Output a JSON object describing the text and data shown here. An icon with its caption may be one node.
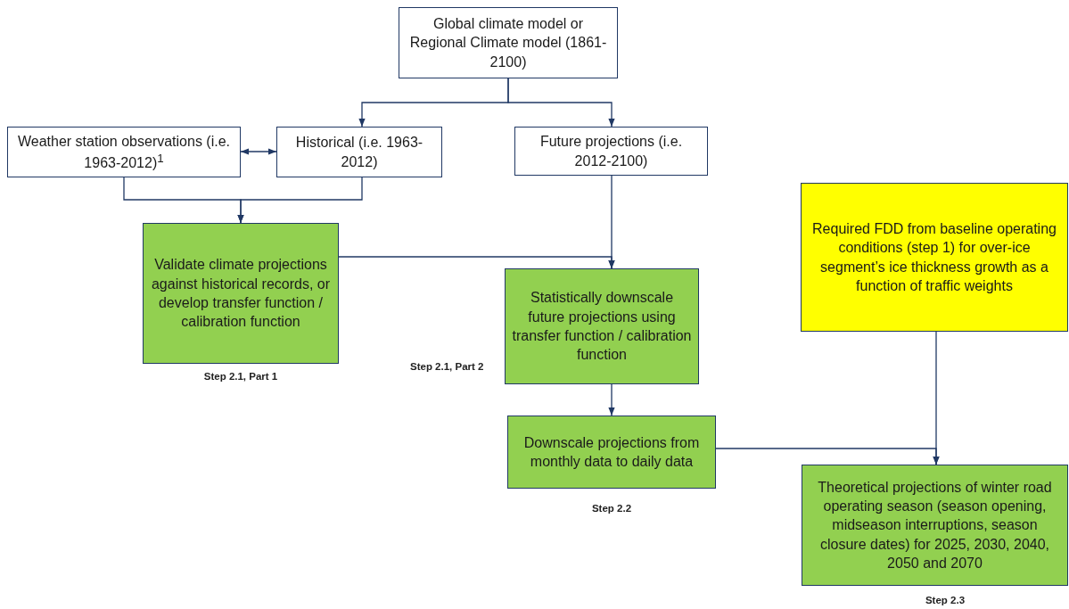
{
  "diagram": {
    "nodes": [
      {
        "text": [
          "Global climate model or Regional Climate model (1861-2100)"
        ]
      },
      {
        "text": [
          "Weather station observations (i.e. 1963-2012)$^{1}$"
        ]
      },
      {
        "text": [
          "Historical (i.e. 1963-2012)"
        ]
      },
      {
        "text": [
          "Future projections (i.e. 2012-2100)"
        ]
      },
      {
        "text": [
          "Validate climate projections against historical records, or develop transfer function / calibration function"
        ],
        "beside": [
          "Step 2.1, Part 1"
        ]
      },
      {
        "text": [
          "Statistically downscale future projections using transfer function / calibration function"
        ],
        "beside": [
          "Step 2.1, Part 2"
        ]
      },
      {
        "text": [
          "Downscale projections from monthly data to daily data"
        ],
        "beside": [
          "Step 2.2"
        ]
      },
      {
        "text": [
          "Required FDD from baseline operating conditions (step 1) for over-ice segment’s ice thickness growth as a function of traffic weights"
        ]
      },
      {
        "text": [
          "Theoretical projections of winter road operating season (season opening, midseason interruptions, season closure dates) for 2025, 2030, 2040, 2050 and 2070"
        ],
        "beside": [
          "Step 2.3"
        ]
      }
    ],
    "edges": [
      {
        "from": 0,
        "to": 2,
        "arrow": "to"
      },
      {
        "from": 0,
        "to": 3,
        "arrow": "to"
      },
      {
        "from": 1,
        "to": 2,
        "arrow": "both"
      },
      {
        "from": 1,
        "to": 4,
        "arrow": "to"
      },
      {
        "from": 2,
        "to": 4,
        "arrow": "to"
      },
      {
        "from": 3,
        "to": 5,
        "arrow": "to"
      },
      {
        "from": 4,
        "to": 5,
        "arrow": "to"
      },
      {
        "from": 5,
        "to": 6,
        "arrow": "to"
      },
      {
        "from": 6,
        "to": 8,
        "arrow": "to"
      },
      {
        "from": 7,
        "to": 8,
        "arrow": "to"
      }
    ]
  }
}
